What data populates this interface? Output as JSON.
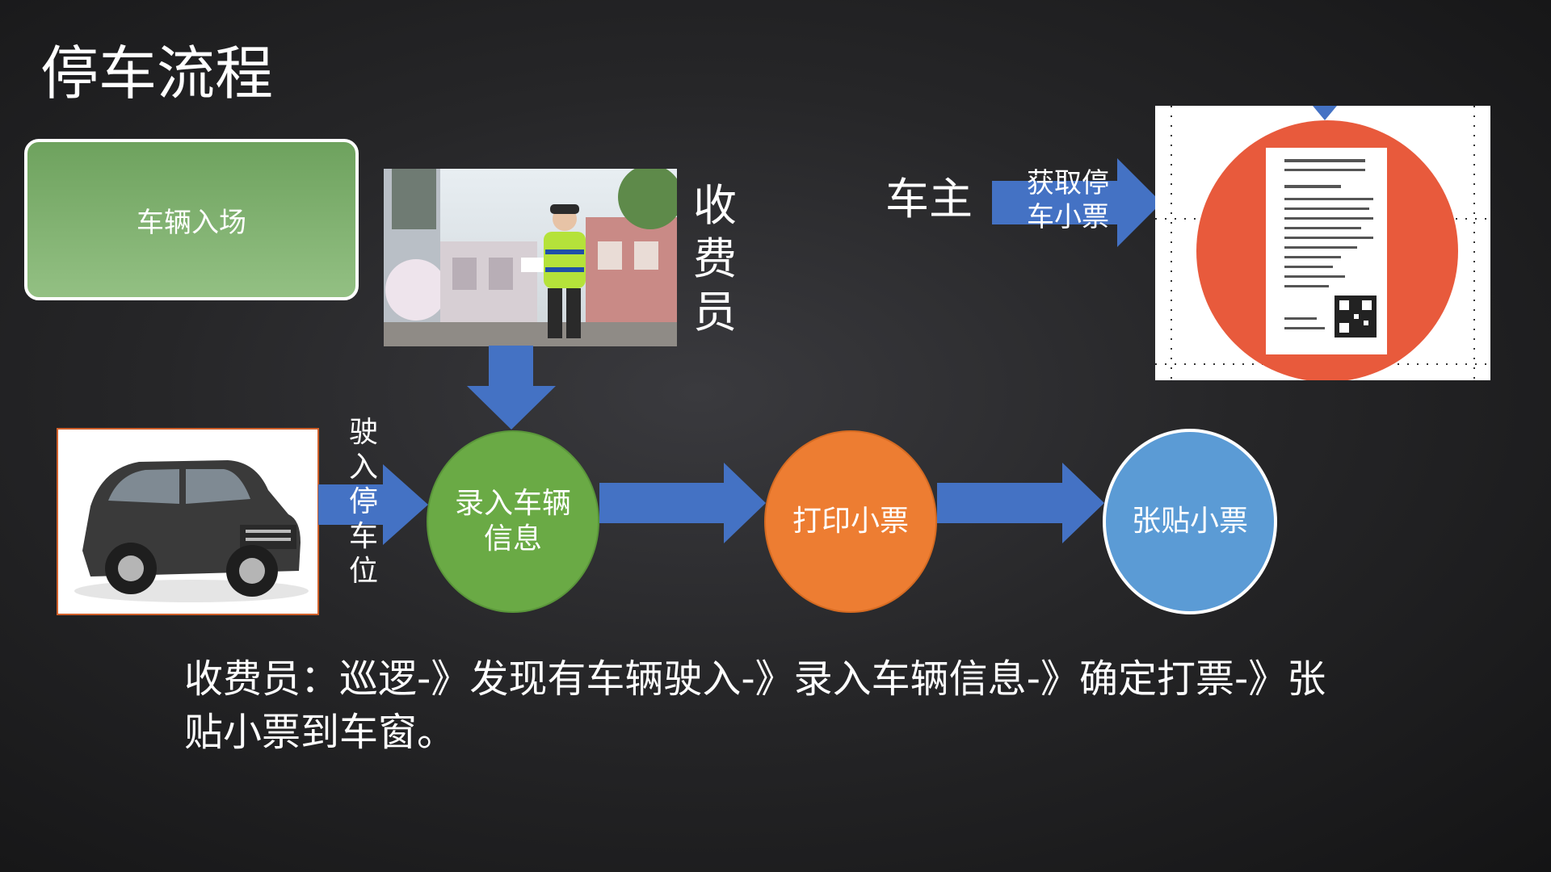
{
  "title": "停车流程",
  "entry_box": {
    "label": "车辆入场"
  },
  "attendant": {
    "label": "收费员"
  },
  "owner": {
    "label": "车主",
    "arrow_text": "获取停车小票"
  },
  "car": {
    "drive_text": "驶入停车位"
  },
  "steps": [
    {
      "label": "录入车辆信息",
      "color": "#6aaa45"
    },
    {
      "label": "打印小票",
      "color": "#ed7d32"
    },
    {
      "label": "张贴小票",
      "color": "#5b9bd5"
    }
  ],
  "description": "收费员：巡逻-》发现有车辆驶入-》录入车辆信息-》确定打票-》张贴小票到车窗。",
  "colors": {
    "arrow": "#4472c4",
    "entry_box": "#7cae6b",
    "ticket_circle": "#e85a3c"
  }
}
